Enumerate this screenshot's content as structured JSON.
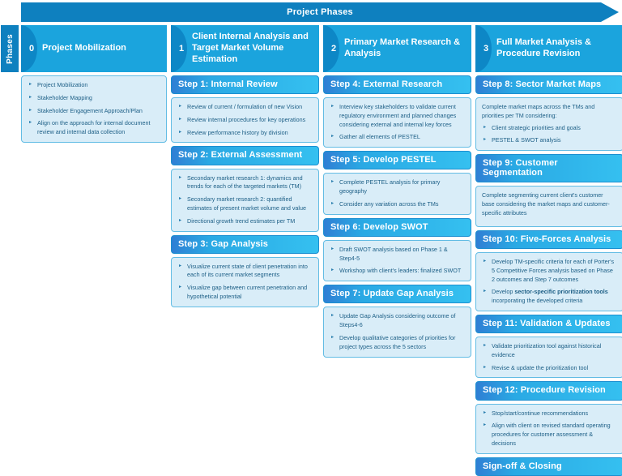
{
  "banner": {
    "title": "Project Phases"
  },
  "sidebar": {
    "label": "Phases"
  },
  "phases": [
    {
      "num": "0",
      "title": "Project Mobilization"
    },
    {
      "num": "1",
      "title": "Client Internal Analysis and Target Market Volume Estimation"
    },
    {
      "num": "2",
      "title": "Primary Market Research & Analysis"
    },
    {
      "num": "3",
      "title": "Full Market Analysis & Procedure Revision"
    }
  ],
  "columns": [
    {
      "blocks": [
        {
          "header": null,
          "intro": null,
          "bullets": [
            "Project Mobilization",
            "Stakeholder Mapping",
            "Stakeholder Engagement Approach/Plan",
            "Align on the approach for internal document review and internal data collection"
          ]
        }
      ]
    },
    {
      "blocks": [
        {
          "header": "Step 1: Internal Review",
          "intro": null,
          "bullets": [
            "Review of current / formulation of new Vision",
            "Review internal procedures for key operations",
            "Review performance history by division"
          ]
        },
        {
          "header": "Step 2: External Assessment",
          "intro": null,
          "bullets": [
            "Secondary market research 1: dynamics and trends for each of the targeted markets (TM)",
            "Secondary market research 2: quantified estimates of present market volume and value",
            "Directional growth trend estimates per TM"
          ]
        },
        {
          "header": "Step 3: Gap Analysis",
          "intro": null,
          "bullets": [
            "Visualize current state of client penetration into each of its current market segments",
            "Visualize gap between current penetration and hypothetical potential"
          ]
        }
      ]
    },
    {
      "blocks": [
        {
          "header": "Step 4: External Research",
          "intro": null,
          "bullets": [
            "Interview key stakeholders to validate current regulatory environment and planned changes considering external and internal key forces",
            "Gather all elements of PESTEL"
          ]
        },
        {
          "header": "Step 5: Develop PESTEL",
          "intro": null,
          "bullets": [
            "Complete PESTEL analysis for primary geography",
            "Consider any variation across the TMs"
          ]
        },
        {
          "header": "Step 6: Develop SWOT",
          "intro": null,
          "bullets": [
            "Draft SWOT analysis based on Phase 1 & Step4-5",
            "Workshop with client's leaders: finalized SWOT"
          ]
        },
        {
          "header": "Step 7: Update Gap Analysis",
          "intro": null,
          "bullets": [
            "Update Gap Analysis considering outcome of Steps4-6",
            "Develop qualitative categories of priorities for project types across the 5 sectors"
          ]
        }
      ]
    },
    {
      "blocks": [
        {
          "header": "Step 8: Sector Market Maps",
          "intro": "Complete market maps across the TMs and priorities per TM considering:",
          "bullets": [
            "Client strategic priorities and goals",
            "PESTEL & SWOT analysis"
          ]
        },
        {
          "header": "Step 9: Customer Segmentation",
          "intro": "Complete segmenting current client's customer base considering the market maps and customer-specific attributes",
          "bullets": []
        },
        {
          "header": "Step 10: Five-Forces Analysis",
          "intro": null,
          "bullets": [
            "Develop TM-specific criteria for each of Porter's 5 Competitive Forces analysis based on Phase 2 outcomes and Step 7 outcomes",
            "Develop <b>sector-specific prioritization tools</b> incorporating the developed criteria"
          ]
        },
        {
          "header": "Step 11: Validation & Updates",
          "intro": null,
          "bullets": [
            "Validate prioritization tool against historical evidence",
            "Revise & update the prioritization tool"
          ]
        },
        {
          "header": "Step 12: Procedure Revision",
          "intro": null,
          "bullets": [
            "Stop/start/continue recommendations",
            "Align with client on revised standard operating procedures for customer assessment & decisions"
          ]
        },
        {
          "header": "Sign-off & Closing",
          "intro": null,
          "bullets": []
        }
      ]
    }
  ],
  "colors": {
    "banner_blue": "#0e80bf",
    "phase_blue": "#1ba4dd",
    "phase_chevron": "#0d87c6",
    "step_header_blue": "#2aa9e4",
    "body_bg": "#d9edf8",
    "body_border": "#62bce4",
    "body_text": "#1d5f86"
  }
}
